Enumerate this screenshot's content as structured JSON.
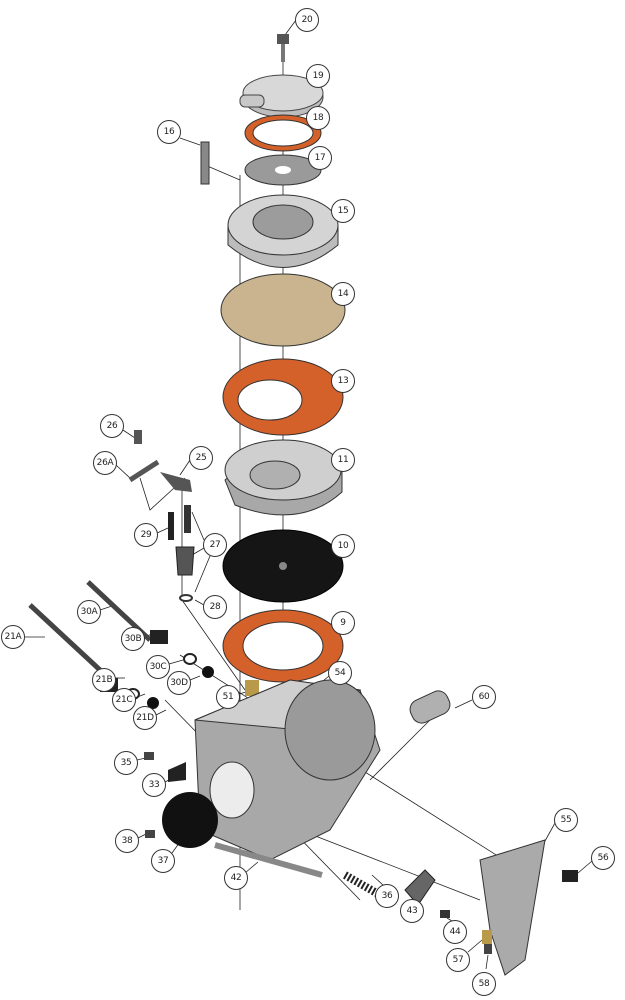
{
  "diagram": {
    "type": "exploded-parts-view",
    "colors": {
      "gasket": "#d4602a",
      "diaphragm_tan": "#c9b48f",
      "metal": "#b8b8b8",
      "dark": "#1a1a1a",
      "brass": "#b89a4a"
    },
    "callouts": [
      "20",
      "19",
      "18",
      "16",
      "17",
      "15",
      "14",
      "13",
      "26",
      "25",
      "26A",
      "11",
      "29",
      "27",
      "10",
      "28",
      "30A",
      "30B",
      "9",
      "21A",
      "30C",
      "30D",
      "54",
      "60",
      "21B",
      "21C",
      "51",
      "21D",
      "35",
      "33",
      "38",
      "37",
      "42",
      "36",
      "43",
      "44",
      "55",
      "56",
      "57",
      "58"
    ]
  }
}
